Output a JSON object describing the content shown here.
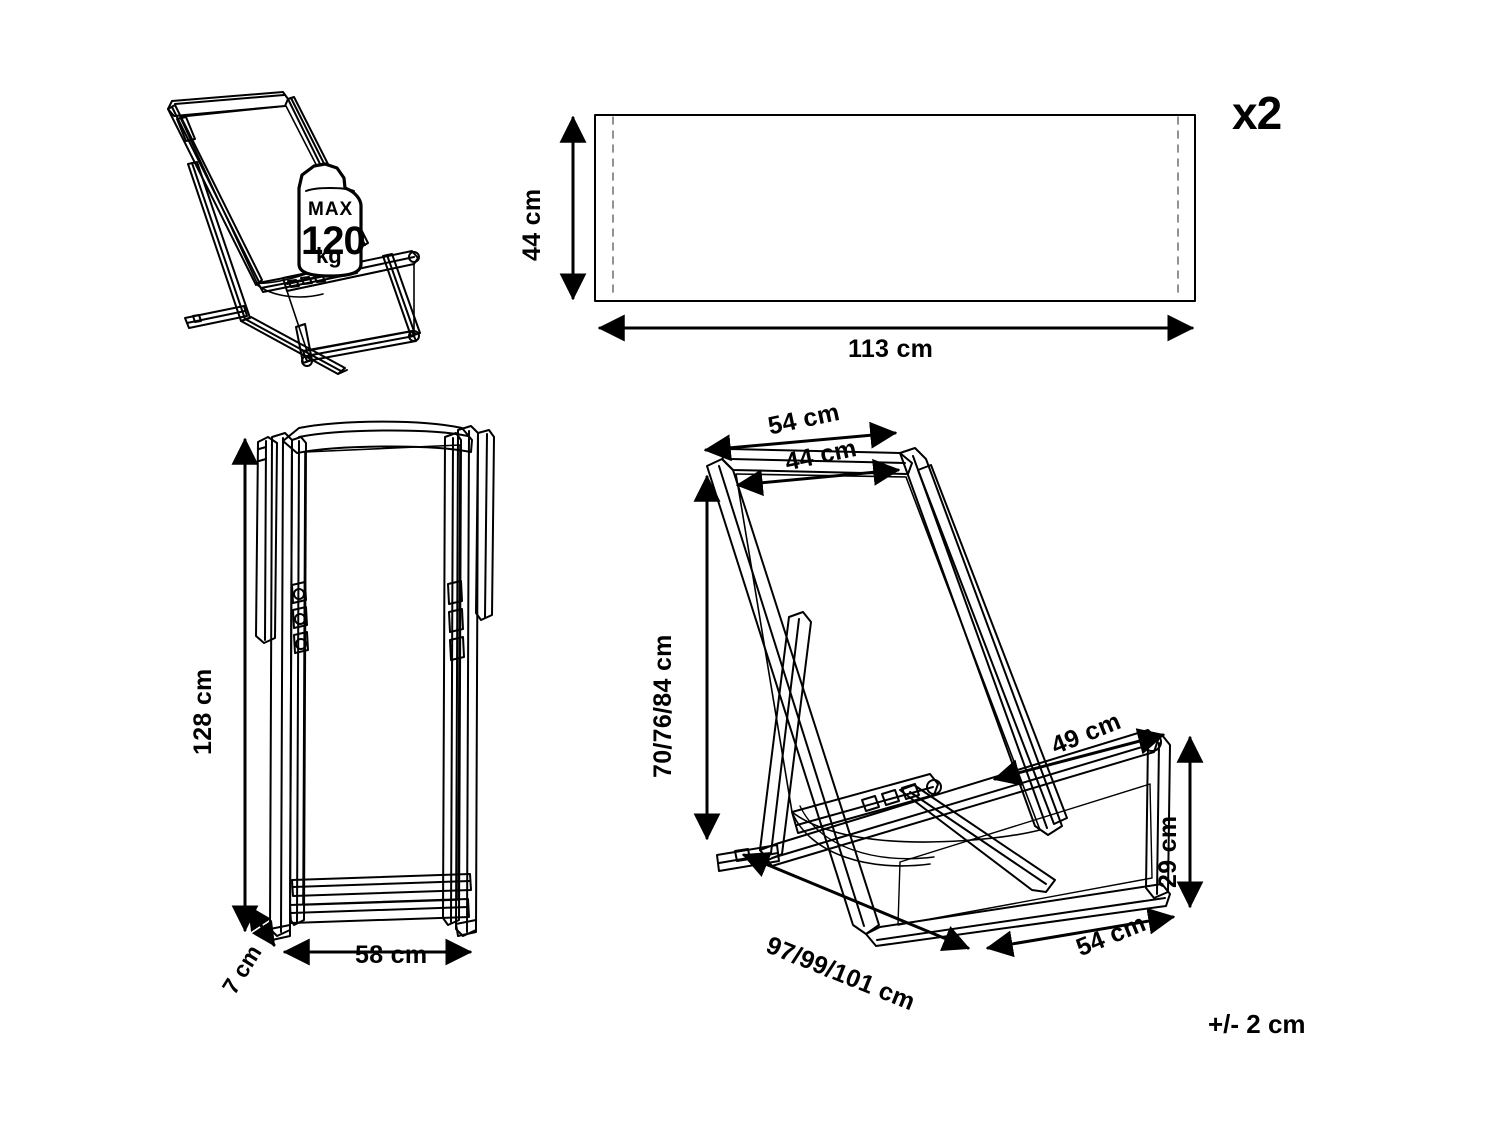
{
  "page": {
    "background_color": "#ffffff",
    "line_color": "#000000",
    "title": "Deck chair assembly dimension sheet"
  },
  "views": {
    "isometric_load": {
      "name": "deck-chair-isometric-with-load",
      "weight_label": {
        "max_text": "MAX",
        "value": "120",
        "unit": "kg"
      }
    },
    "fabric_panel": {
      "name": "fabric-sling-panel",
      "quantity": "x2",
      "height_label": "44 cm",
      "width_label": "113 cm"
    },
    "folded": {
      "name": "deck-chair-folded-front",
      "height_label": "128 cm",
      "width_label": "58 cm",
      "depth_label": "7 cm"
    },
    "open": {
      "name": "deck-chair-open-isometric",
      "top_outer_label": "54 cm",
      "top_inner_label": "44 cm",
      "height_label": "70/76/84 cm",
      "armrest_label": "49 cm",
      "seat_height_label": "29 cm",
      "depth_label": "97/99/101 cm",
      "bottom_width_label": "54 cm"
    }
  },
  "notes": {
    "tolerance": "+/- 2 cm"
  }
}
